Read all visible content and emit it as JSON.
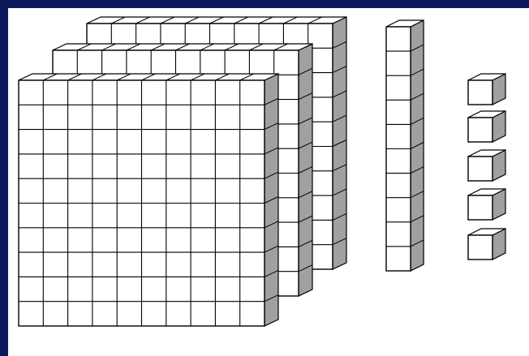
{
  "diagram": {
    "subject": "base-ten blocks",
    "hundreds_flats": 3,
    "tens_rods": 1,
    "ones_units": 5,
    "units_per_rod": 10,
    "rods_per_flat": 10
  },
  "colors": {
    "background": "#0a1a5c",
    "canvas": "#ffffff",
    "face": "#ffffff",
    "top": "#ffffff",
    "side": "#a0a0a0",
    "stroke": "#000000"
  }
}
